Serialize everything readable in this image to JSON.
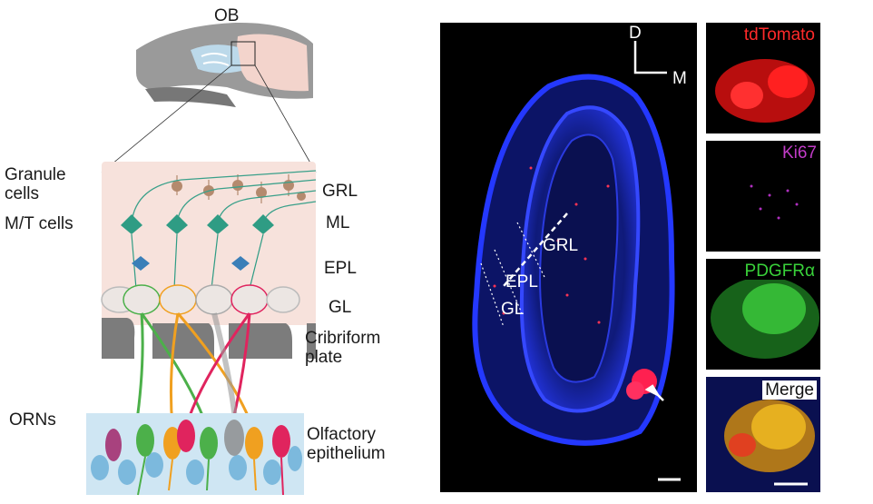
{
  "schematic": {
    "labels": {
      "ob": "OB",
      "granule_cells": "Granule\ncells",
      "mt_cells": "M/T cells",
      "grl": "GRL",
      "ml": "ML",
      "epl": "EPL",
      "gl": "GL",
      "cribriform_plate": "Cribriform\nplate",
      "orns": "ORNs",
      "olfactory_epithelium": "Olfactory\nepithelium"
    }
  },
  "section_image": {
    "orientation": {
      "dorsal": "D",
      "medial": "M"
    },
    "layer_labels": {
      "grl": "GRL",
      "epl": "EPL",
      "gl": "GL"
    },
    "colors": {
      "background": "#000000",
      "nuclei": "#2233ff",
      "tdtomato": "#ff2020"
    }
  },
  "channels": [
    {
      "label": "tdTomato",
      "color": "#ff2a2a"
    },
    {
      "label": "Ki67",
      "color": "#c23cc8"
    },
    {
      "label": "PDGFRα",
      "color": "#39d23a"
    },
    {
      "label": "Merge",
      "color": "#111111"
    }
  ]
}
